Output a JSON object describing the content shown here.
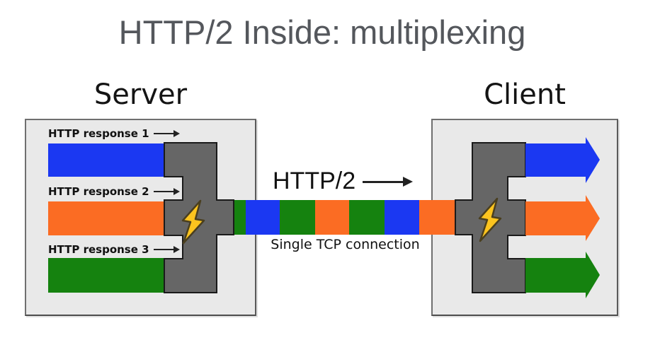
{
  "title": "HTTP/2 Inside: multiplexing",
  "server": {
    "label": "Server",
    "responses": [
      {
        "label": "HTTP response 1",
        "color": "blue"
      },
      {
        "label": "HTTP response 2",
        "color": "orange"
      },
      {
        "label": "HTTP response 3",
        "color": "green"
      }
    ]
  },
  "client": {
    "label": "Client",
    "arrows": [
      "blue",
      "orange",
      "green"
    ]
  },
  "connection": {
    "protocol_label": "HTTP/2",
    "connection_label": "Single TCP connection",
    "segments": [
      {
        "color": "green",
        "width": 17
      },
      {
        "color": "blue",
        "width": 48
      },
      {
        "color": "green",
        "width": 50
      },
      {
        "color": "orange",
        "width": 48
      },
      {
        "color": "green",
        "width": 50
      },
      {
        "color": "blue",
        "width": 49
      },
      {
        "color": "orange",
        "width": 53
      }
    ]
  },
  "icons": {
    "multiplexer": "lightning-bolt-icon",
    "demultiplexer": "lightning-bolt-icon"
  },
  "colors": {
    "blue": "#1b38f2",
    "orange": "#fb6c23",
    "green": "#15820f",
    "mux_gray": "#666666",
    "box_fill": "#e9e9e9",
    "bolt_yellow": "#fcc41f",
    "bolt_outline": "#4a3f1f",
    "title_color": "#54575c"
  }
}
